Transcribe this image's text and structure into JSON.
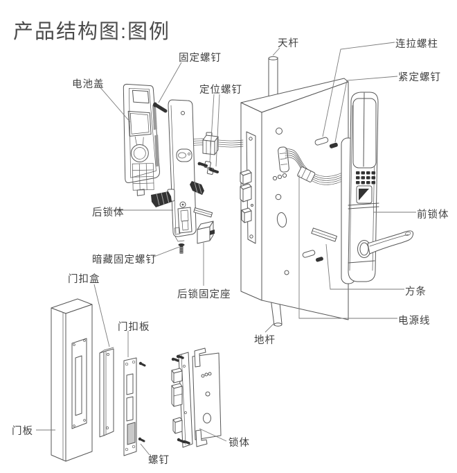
{
  "title": "产品结构图:图例",
  "colors": {
    "line": "#565656",
    "dark_fill": "#333333",
    "label_text": "#3f3f3f",
    "background": "#ffffff"
  },
  "labels": {
    "fixing_screw": "固定螺钉",
    "battery_cover": "电池盖",
    "positioning_screw": "定位螺钉",
    "top_rod": "天杆",
    "connecting_stud": "连拉螺柱",
    "set_screw": "紧定螺钉",
    "rear_lock_body": "后锁体",
    "front_lock_body": "前锁体",
    "hidden_fixing_screw": "暗藏固定螺钉",
    "strike_box": "门扣盒",
    "rear_lock_mount": "后锁固定座",
    "square_bar": "方条",
    "power_cable": "电源线",
    "bottom_rod": "地杆",
    "strike_plate": "门扣板",
    "door_panel": "门板",
    "lock_body": "锁体",
    "screw": "螺钉"
  }
}
